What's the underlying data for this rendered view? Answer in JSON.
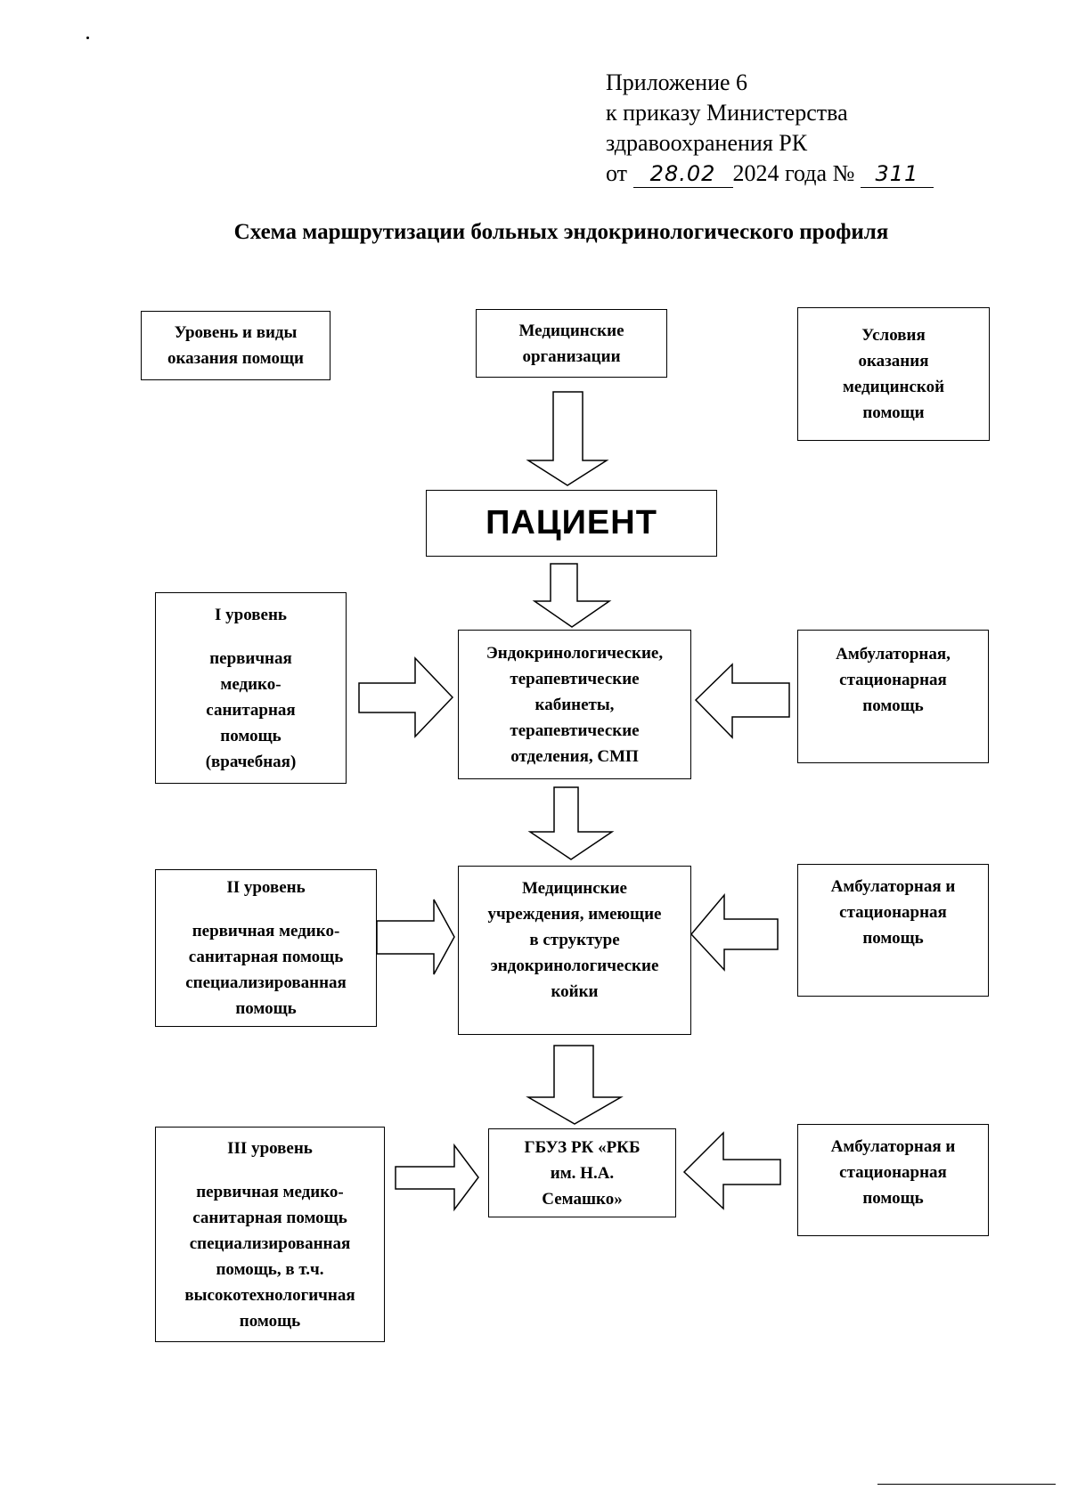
{
  "header": {
    "line1": "Приложение 6",
    "line2": "к приказу Министерства",
    "line3": "здравоохранения РК",
    "date_prefix": "от",
    "date_value": "28.02",
    "date_year": "2024 года №",
    "number_value": "311"
  },
  "title": "Схема маршрутизации больных эндокринологического профиля",
  "columns": {
    "left": "Уровень и виды\nоказания помощи",
    "center": "Медицинские\nорганизации",
    "right": "Условия\nоказания\nмедицинской\nпомощи"
  },
  "patient": "ПАЦИЕНТ",
  "levels": [
    {
      "title": "I уровень",
      "description": "первичная\nмедико-\nсанитарная\nпомощь\n(врачебная)",
      "organization": "Эндокринологические,\nтерапевтические\nкабинеты,\nтерапевтические\nотделения, СМП",
      "conditions": "Амбулаторная,\nстационарная\nпомощь"
    },
    {
      "title": "II уровень",
      "description": "первичная медико-\nсанитарная помощь\nспециализированная\nпомощь",
      "organization": "Медицинские\nучреждения, имеющие\nв структуре\nэндокринологические\nкойки",
      "conditions": "Амбулаторная и\nстационарная\nпомощь"
    },
    {
      "title": "III уровень",
      "description": "первичная медико-\nсанитарная помощь\nспециализированная\nпомощь, в т.ч.\nвысокотехнологичная\nпомощь",
      "organization": "ГБУЗ РК «РКБ\nим. Н.А.\nСемашко»",
      "conditions": "Амбулаторная и\nстационарная\nпомощь"
    }
  ]
}
